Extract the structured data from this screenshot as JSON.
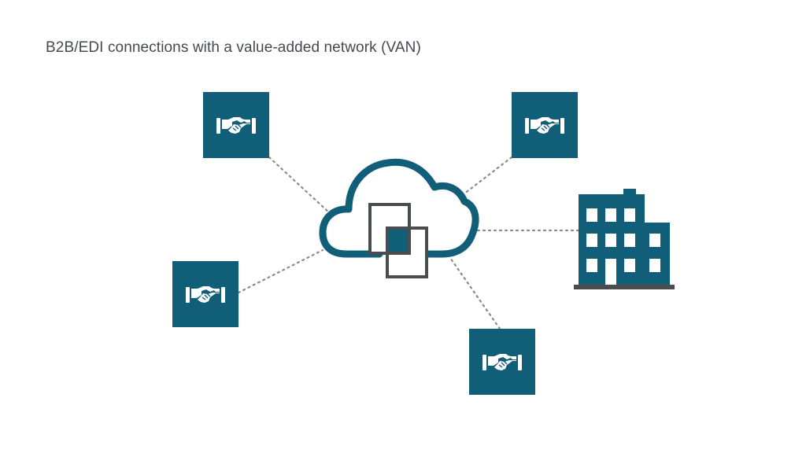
{
  "title": "B2B/EDI connections with a value-added network (VAN)",
  "colors": {
    "accent": "#115e79",
    "document_stroke": "#4a4d50",
    "connector": "#8a8a8a",
    "ground": "#4a4d50",
    "background": "#ffffff",
    "text": "#444a4f"
  },
  "nodes": {
    "center": {
      "kind": "cloud-with-documents",
      "icons": [
        "cloud-icon",
        "documents-icon"
      ]
    },
    "partners": [
      {
        "kind": "partner",
        "icon": "handshake-icon"
      },
      {
        "kind": "partner",
        "icon": "handshake-icon"
      },
      {
        "kind": "partner",
        "icon": "handshake-icon"
      },
      {
        "kind": "partner",
        "icon": "handshake-icon"
      }
    ],
    "company": {
      "kind": "company",
      "icon": "building-icon"
    }
  },
  "connections": [
    {
      "from": "partner-1",
      "to": "van-cloud",
      "style": "dotted"
    },
    {
      "from": "partner-2",
      "to": "van-cloud",
      "style": "dotted"
    },
    {
      "from": "partner-3",
      "to": "van-cloud",
      "style": "dotted"
    },
    {
      "from": "partner-4",
      "to": "van-cloud",
      "style": "dotted"
    },
    {
      "from": "company",
      "to": "van-cloud",
      "style": "dotted"
    }
  ]
}
